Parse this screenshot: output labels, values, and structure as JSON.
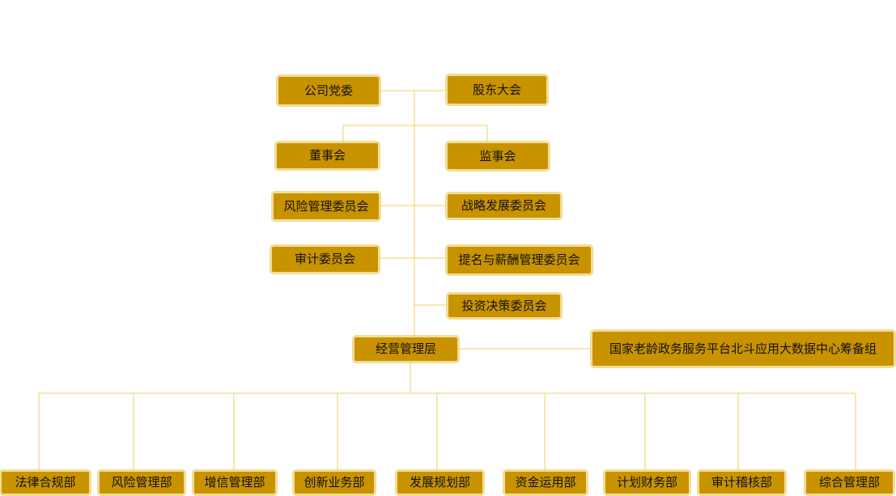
{
  "colors": {
    "node_fill": "#c99300",
    "node_border": "#f3df8e",
    "connector": "#f0d060",
    "text": "#111111"
  },
  "nodes": {
    "party_committee": "公司党委",
    "shareholders_meeting": "股东大会",
    "board_of_directors": "董事会",
    "board_of_supervisors": "监事会",
    "risk_management_committee": "风险管理委员会",
    "strategy_committee": "战略发展委员会",
    "audit_committee": "审计委员会",
    "nomination_compensation_committee": "提名与薪酬管理委员会",
    "investment_committee": "投资决策委员会",
    "management": "经营管理层",
    "beidou_center": "国家老龄政务服务平台北斗应用大数据中心筹备组"
  },
  "departments": [
    "法律合规部",
    "风险管理部",
    "增信管理部",
    "创新业务部",
    "发展规划部",
    "资金运用部",
    "计划财务部",
    "审计稽核部",
    "综合管理部"
  ]
}
